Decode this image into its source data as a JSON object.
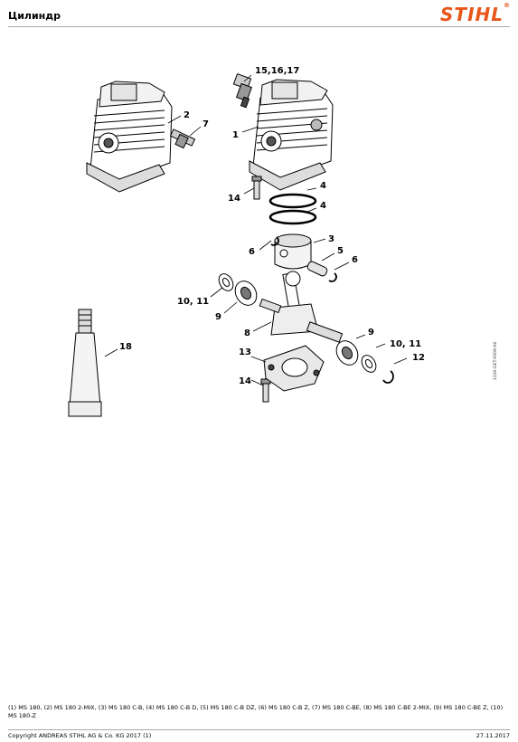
{
  "header": {
    "title": "Цилиндр",
    "brand": "STIHL",
    "brand_mark": "®",
    "brand_color": "#e8561a"
  },
  "diagram": {
    "labels": {
      "p1": "1",
      "p2": "2",
      "p3": "3",
      "p4a": "4",
      "p4b": "4",
      "p5": "5",
      "p6a": "6",
      "p6b": "6",
      "p7": "7",
      "p8": "8",
      "p9a": "9",
      "p9b": "9",
      "p1011a": "10, 11",
      "p1011b": "10, 11",
      "p12": "12",
      "p13": "13",
      "p14a": "14",
      "p14b": "14",
      "p151617": "15,16,17",
      "p18": "18"
    },
    "code": "1130-GET-0006-A0"
  },
  "legend": "(1) MS 180, (2) MS 180 2-MIX, (3) MS 180 C-B, (4) MS 180 C-B D, (5) MS 180 C-B DZ, (6) MS 180 C-B Z, (7) MS 180 C-BE, (8) MS 180 C-BE 2-MIX, (9) MS 180 C-BE Z, (10) MS 180-Z",
  "footer": {
    "copyright": "Copyright ANDREAS STIHL AG & Co. KG 2017 (1)",
    "date": "27.11.2017"
  }
}
